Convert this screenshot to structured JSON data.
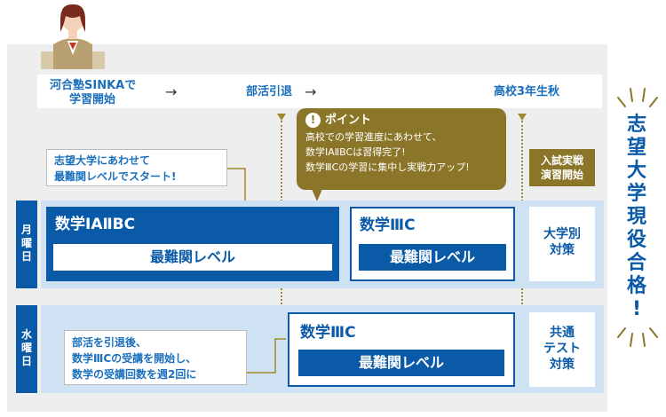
{
  "timeline": {
    "stage1": "河合塾SINKAで",
    "stage1b": "学習開始",
    "stage2": "部活引退",
    "stage3": "高校3年生秋",
    "arrow": "→"
  },
  "point": {
    "icon": "!",
    "title": "ポイント",
    "line1": "高校での学習進度にあわせて、",
    "line2": "数学ⅠAⅡBCは習得完了!",
    "line3": "数学ⅢCの学習に集中し実戦力アップ!"
  },
  "note1": {
    "line1": "志望大学にあわせて",
    "line2": "最難関レベルでスタート!"
  },
  "note2": {
    "line1": "部活を引退後、",
    "line2": "数学ⅢCの受講を開始し、",
    "line3": "数学の受講回数を週2回に"
  },
  "exam_label": {
    "line1": "入試実戦",
    "line2": "演習開始"
  },
  "monday": {
    "day": [
      "月",
      "曜",
      "日"
    ],
    "course1": {
      "name": "数学ⅠAⅡBC",
      "level": "最難関レベル"
    },
    "course2": {
      "name": "数学ⅢC",
      "level": "最難関レベル"
    },
    "side": {
      "line1": "大学別",
      "line2": "対策"
    }
  },
  "wednesday": {
    "day": [
      "水",
      "曜",
      "日"
    ],
    "course": {
      "name": "数学ⅢC",
      "level": "最難関レベル"
    },
    "side": {
      "line1": "共通",
      "line2": "テスト",
      "line3": "対策"
    }
  },
  "title": [
    "志",
    "望",
    "大",
    "学",
    "現",
    "役",
    "合",
    "格",
    "!"
  ],
  "colors": {
    "blue": "#0a5aa8",
    "gold": "#8a7528",
    "light_blue": "#cfe2f3",
    "gray": "#eeeeee"
  }
}
